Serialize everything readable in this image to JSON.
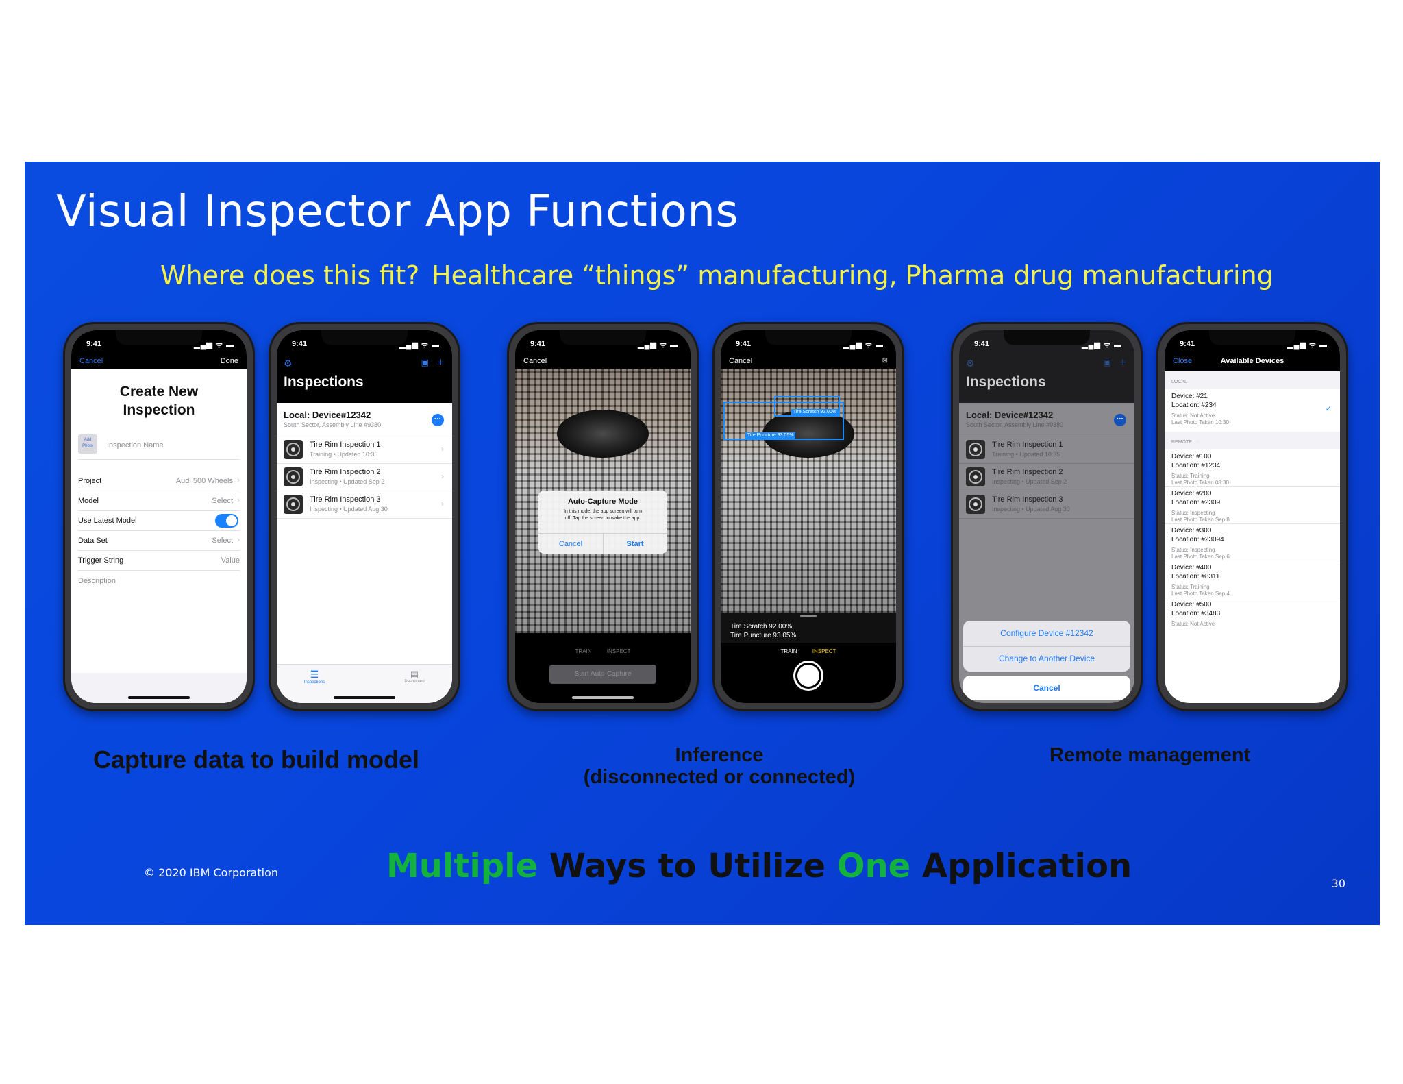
{
  "slide": {
    "title": "Visual Inspector App Functions",
    "subtitle_q": "Where does this fit?",
    "subtitle_a": "Healthcare “things” manufacturing, Pharma drug manufacturing",
    "copyright": "© 2020 IBM Corporation",
    "page_number": "30",
    "tagline": {
      "part1": "Multiple",
      "part2": " Ways to Utilize ",
      "part3": "One",
      "part4": " Application",
      "accent_color": "#12b23c",
      "dark_color": "#111111"
    },
    "captions": {
      "capture": "Capture data to build model",
      "inference_line1": "Inference",
      "inference_line2": "(disconnected or connected)",
      "remote": "Remote management"
    }
  },
  "status_time": "9:41",
  "status_icons": "▂▄▆ ᯤ ▬",
  "phone1": {
    "cancel": "Cancel",
    "done": "Done",
    "heading_line1": "Create New",
    "heading_line2": "Inspection",
    "add_photo": "Add Photo",
    "name_placeholder": "Inspection Name",
    "rows": [
      {
        "k": "Project",
        "v": "Audi 500 Wheels"
      },
      {
        "k": "Model",
        "v": "Select"
      },
      {
        "k": "Use Latest Model",
        "v": ""
      },
      {
        "k": "Data Set",
        "v": "Select"
      },
      {
        "k": "Trigger String",
        "v": "Value"
      }
    ],
    "description_placeholder": "Description"
  },
  "inspections": {
    "title": "Inspections",
    "device": "Local: Device#12342",
    "device_sub": "South Sector, Assembly Line #9380",
    "more": "···",
    "items": [
      {
        "title": "Tire Rim Inspection 1",
        "sub": "Training • Updated 10:35"
      },
      {
        "title": "Tire Rim Inspection 2",
        "sub": "Inspecting • Updated Sep 2"
      },
      {
        "title": "Tire Rim Inspection 3",
        "sub": "Inspecting • Updated Aug 30"
      }
    ],
    "tab_inspections": "Inspections",
    "tab_dashboard": "Dashboard"
  },
  "phone3": {
    "cancel": "Cancel",
    "dialog_title": "Auto-Capture Mode",
    "dialog_body_line1": "In this mode, the app screen will turn",
    "dialog_body_line2": "off. Tap the screen to wake the app.",
    "dialog_cancel": "Cancel",
    "dialog_start": "Start",
    "mode_train": "TRAIN",
    "mode_inspect": "INSPECT",
    "start_button": "Start Auto-Capture"
  },
  "phone4": {
    "cancel": "Cancel",
    "box1_label": "Tire Scratch 92.00%",
    "box2_label": "Tire Puncture 93.05%",
    "result1": "Tire Scratch 92.00%",
    "result2": "Tire Puncture 93.05%",
    "mode_train": "TRAIN",
    "mode_inspect": "INSPECT"
  },
  "phone5": {
    "sheet_configure": "Configure Device #12342",
    "sheet_change": "Change to Another Device",
    "sheet_cancel": "Cancel"
  },
  "devices": {
    "close": "Close",
    "title": "Available Devices",
    "local_header": "LOCAL",
    "remote_header": "REMOTE",
    "local": [
      {
        "device": "Device: #21",
        "location": "Location: #234",
        "status": "Status: Not Active",
        "last": "Last Photo Taken 10:30"
      }
    ],
    "remote": [
      {
        "device": "Device: #100",
        "location": "Location: #1234",
        "status": "Status: Training",
        "last": "Last Photo Taken 08:30"
      },
      {
        "device": "Device: #200",
        "location": "Location: #2309",
        "status": "Status: Inspecting",
        "last": "Last Photo Taken Sep 8"
      },
      {
        "device": "Device: #300",
        "location": "Location: #23094",
        "status": "Status: Inspecting",
        "last": "Last Photo Taken Sep 6"
      },
      {
        "device": "Device: #400",
        "location": "Location: #8311",
        "status": "Status: Training",
        "last": "Last Photo Taken Sep 4"
      },
      {
        "device": "Device: #500",
        "location": "Location: #3483",
        "status": "Status: Not Active",
        "last": ""
      }
    ]
  }
}
